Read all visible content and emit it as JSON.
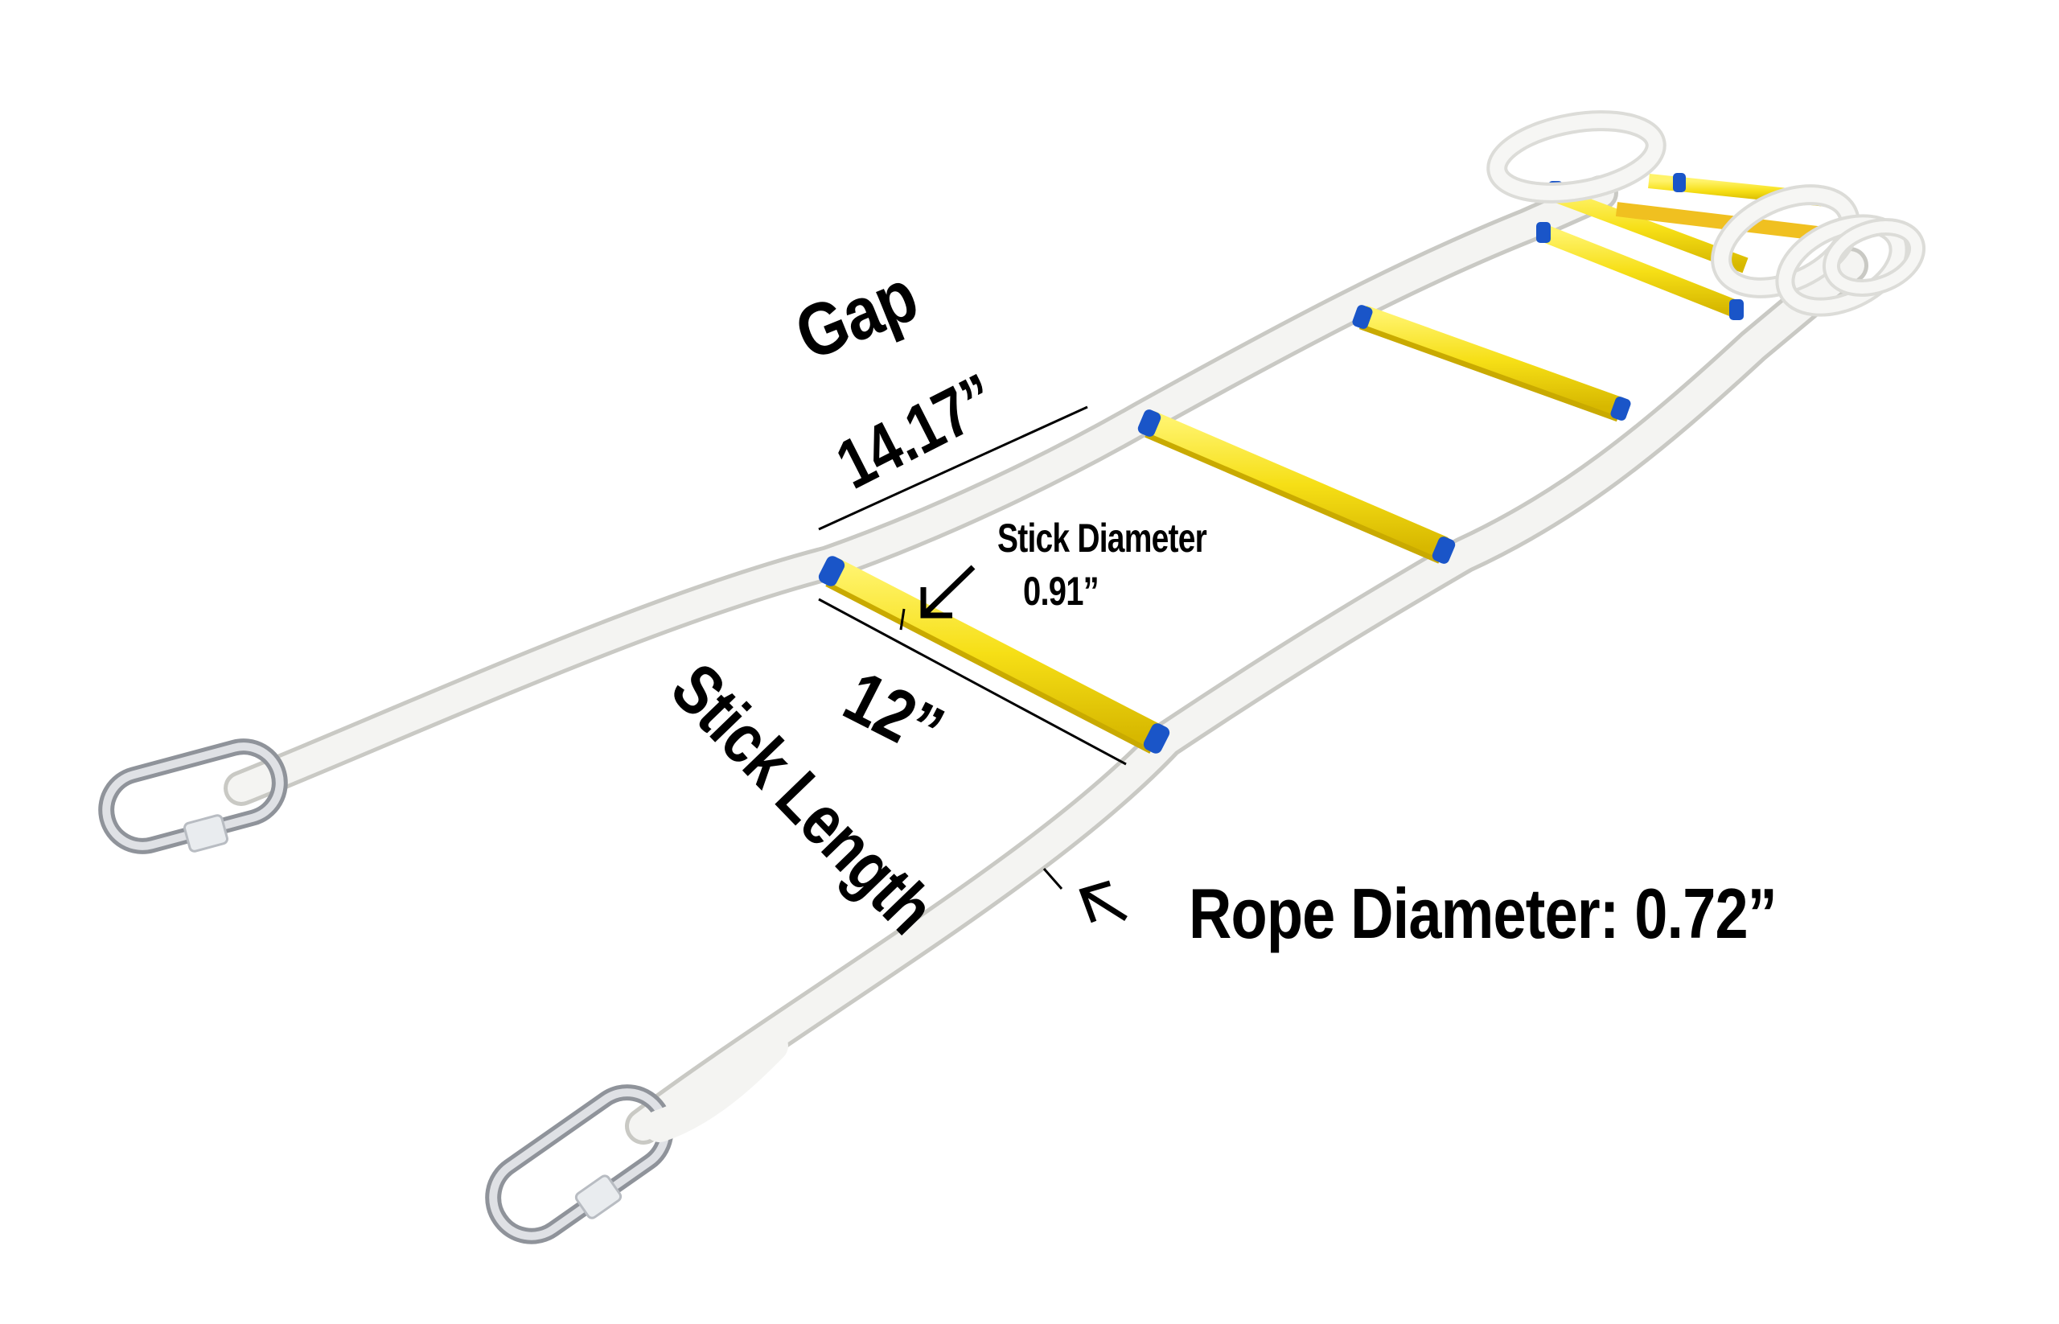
{
  "image": {
    "subject": "Rope ladder with yellow rungs and carabiners",
    "background": "#ffffff"
  },
  "colors": {
    "rope": "#f3f3f1",
    "rope_shadow": "#cfcfca",
    "rung": "#f6e01c",
    "rung_shadow": "#d8bd0a",
    "rung_cap": "#1a55c8",
    "metal": "#b9bcc2",
    "text": "#000000"
  },
  "annotations": {
    "gap_label": "Gap",
    "gap_value": "14.17”",
    "stick_diameter_label": "Stick Diameter",
    "stick_diameter_value": "0.91”",
    "stick_length_value": "12”",
    "stick_length_label": "Stick Length",
    "rope_diameter_label": "Rope Diameter: 0.72”"
  },
  "icons": {
    "arrow": "↙"
  }
}
